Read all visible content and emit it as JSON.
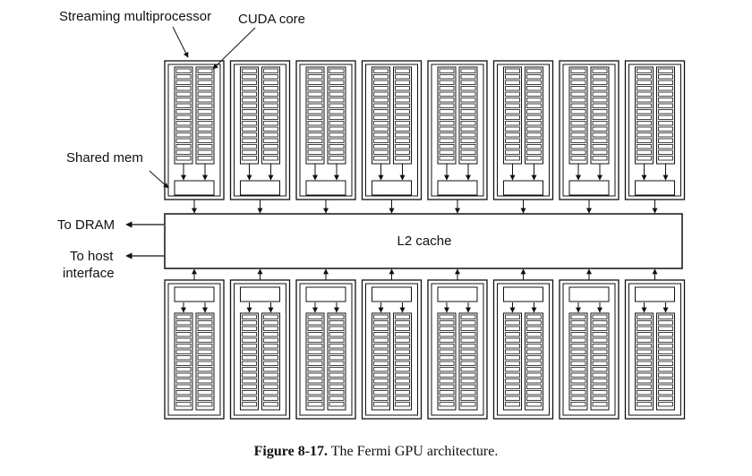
{
  "labels": {
    "sm": "Streaming multiprocessor",
    "core": "CUDA core",
    "shared": "Shared mem",
    "dram": "To DRAM",
    "host_line1": "To host",
    "host_line2": "interface",
    "l2": "L2 cache"
  },
  "caption": {
    "number": "Figure 8-17.",
    "text": "The Fermi GPU architecture."
  },
  "structure": {
    "sms_per_row": 8,
    "sm_rows": 2,
    "core_columns_per_sm": 2,
    "cores_per_column": 16
  }
}
